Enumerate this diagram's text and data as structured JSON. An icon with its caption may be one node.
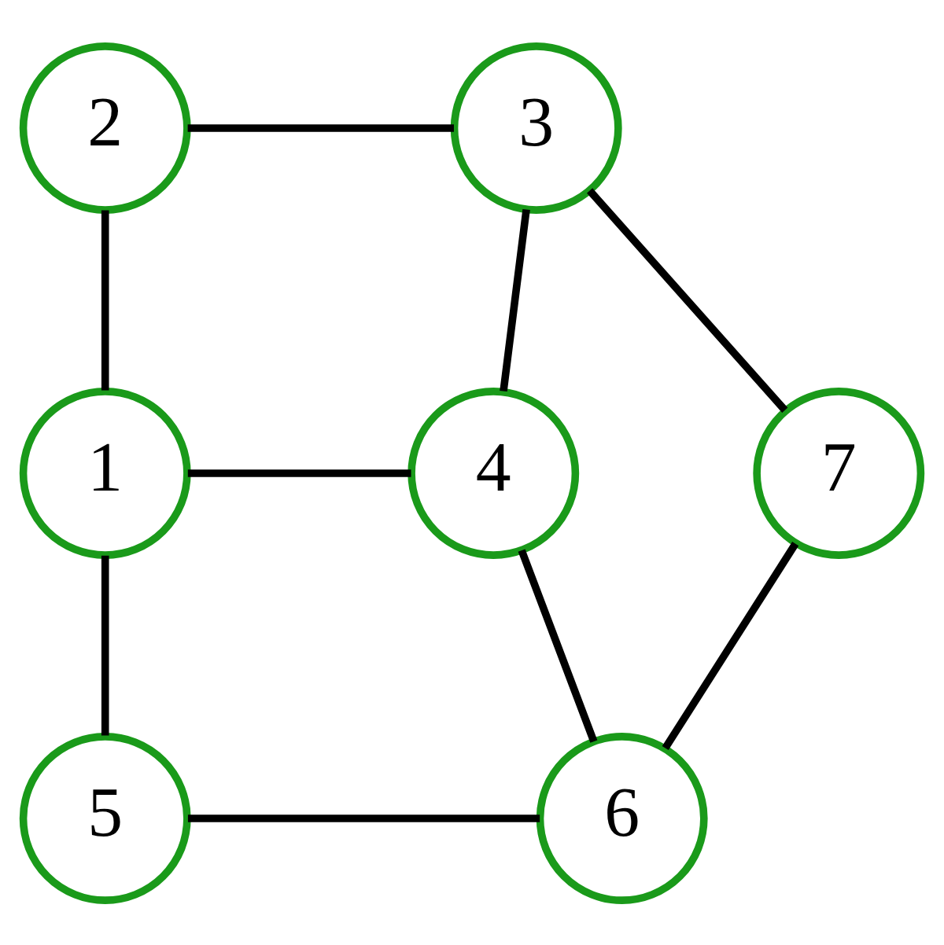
{
  "diagram": {
    "nodes": [
      {
        "text": [
          "2"
        ]
      },
      {
        "text": [
          "3"
        ]
      },
      {
        "text": [
          "1"
        ]
      },
      {
        "text": [
          "4"
        ]
      },
      {
        "text": [
          "7"
        ]
      },
      {
        "text": [
          "5"
        ]
      },
      {
        "text": [
          "6"
        ]
      }
    ],
    "edges": [
      {
        "from": 0,
        "to": 1,
        "arrow": "none"
      },
      {
        "from": 2,
        "to": 0,
        "arrow": "none"
      },
      {
        "from": 1,
        "to": 3,
        "arrow": "none"
      },
      {
        "from": 1,
        "to": 4,
        "arrow": "none"
      },
      {
        "from": 2,
        "to": 3,
        "arrow": "none"
      },
      {
        "from": 2,
        "to": 5,
        "arrow": "none"
      },
      {
        "from": 3,
        "to": 6,
        "arrow": "none"
      },
      {
        "from": 4,
        "to": 6,
        "arrow": "none"
      },
      {
        "from": 5,
        "to": 6,
        "arrow": "none"
      }
    ]
  }
}
